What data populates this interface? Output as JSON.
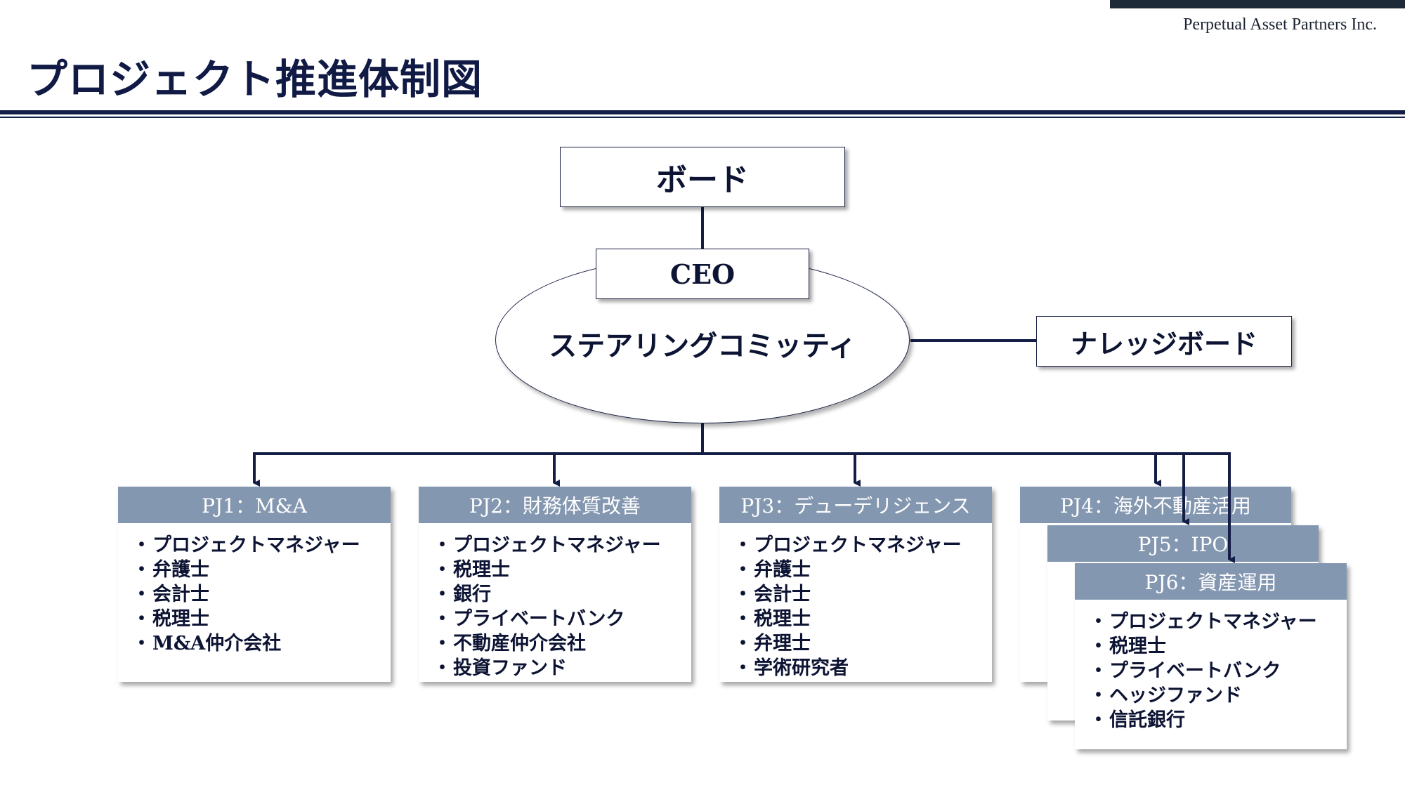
{
  "header": {
    "company": "Perpetual Asset Partners Inc.",
    "title": "プロジェクト推進体制図"
  },
  "org": {
    "board": "ボード",
    "ceo": "CEO",
    "steering": "ステアリングコミッティ",
    "knowledge_board": "ナレッジボード"
  },
  "projects": [
    {
      "title": "PJ1：M&A",
      "members": [
        "プロジェクトマネジャー",
        "弁護士",
        "会計士",
        "税理士",
        "M&A仲介会社"
      ]
    },
    {
      "title": "PJ2：財務体質改善",
      "members": [
        "プロジェクトマネジャー",
        "税理士",
        "銀行",
        "プライベートバンク",
        "不動産仲介会社",
        "投資ファンド"
      ]
    },
    {
      "title": "PJ3：デューデリジェンス",
      "members": [
        "プロジェクトマネジャー",
        "弁護士",
        "会計士",
        "税理士",
        "弁理士",
        "学術研究者"
      ]
    },
    {
      "title": "PJ4：海外不動産活用",
      "members": []
    },
    {
      "title": "PJ5：IPO",
      "members": []
    },
    {
      "title": "PJ6：資産運用",
      "members": [
        "プロジェクトマネジャー",
        "税理士",
        "プライベートバンク",
        "ヘッジファンド",
        "信託銀行"
      ]
    }
  ],
  "colors": {
    "navy": "#141d45",
    "header_fill": "#8497b0"
  }
}
